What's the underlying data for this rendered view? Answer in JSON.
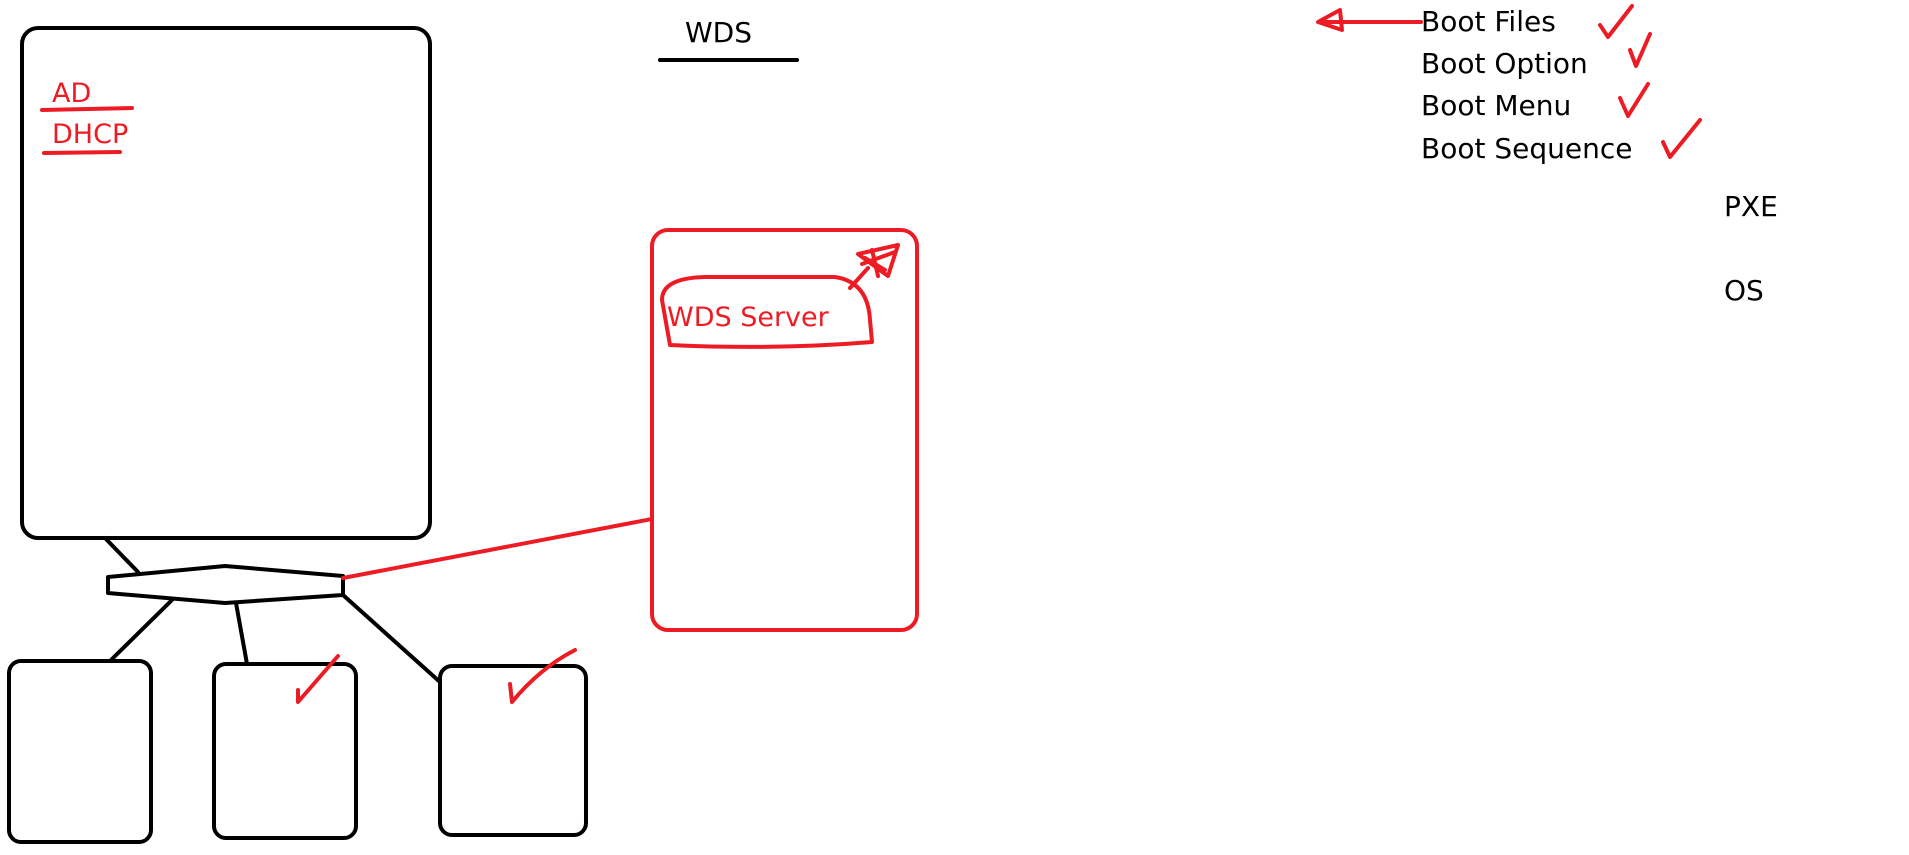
{
  "colors": {
    "ink": "#000000",
    "annotation": "#ed1c24",
    "background": "#ffffff"
  },
  "title": "WDS",
  "domain_server": {
    "roles": [
      "AD",
      "DHCP"
    ]
  },
  "wds_server": {
    "label": "WDS Server"
  },
  "boot_list": {
    "items": [
      {
        "label": "Boot Files",
        "checked": true
      },
      {
        "label": "Boot Option",
        "checked": true
      },
      {
        "label": "Boot Menu",
        "checked": true
      },
      {
        "label": "Boot Sequence",
        "checked": true
      }
    ]
  },
  "extra_terms": [
    "PXE",
    "OS"
  ],
  "clients": [
    {
      "checked": false
    },
    {
      "checked": true
    },
    {
      "checked": true
    }
  ]
}
